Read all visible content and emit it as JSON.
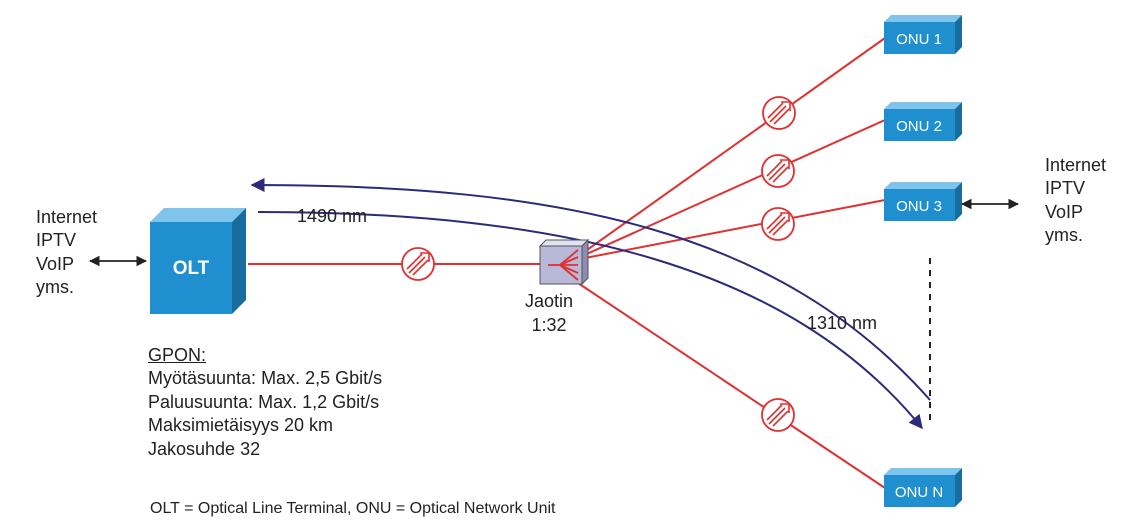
{
  "left_services": [
    "Internet",
    "IPTV",
    "VoIP",
    "yms."
  ],
  "right_services": [
    "Internet",
    "IPTV",
    "VoIP",
    "yms."
  ],
  "olt_label": "OLT",
  "downstream_wavelength": "1490 nm",
  "upstream_wavelength": "1310 nm",
  "splitter": {
    "name": "Jaotin",
    "ratio": "1:32"
  },
  "onus": [
    "ONU 1",
    "ONU 2",
    "ONU 3",
    "ONU N"
  ],
  "gpon": {
    "title": "GPON:",
    "lines": [
      "Myötäsuunta: Max. 2,5 Gbit/s",
      "Paluusuunta: Max. 1,2 Gbit/s",
      "Maksimietäisyys 20 km",
      "Jakosuhde 32"
    ]
  },
  "legend": "OLT = Optical Line Terminal, ONU = Optical Network Unit",
  "colors": {
    "fiber": "#e03030",
    "signal_arrow": "#2b2b7a",
    "box_front": "#1f8fcf",
    "box_top": "#7fc4ea",
    "box_side": "#176e9e",
    "splitter": "#b8b8d8"
  }
}
